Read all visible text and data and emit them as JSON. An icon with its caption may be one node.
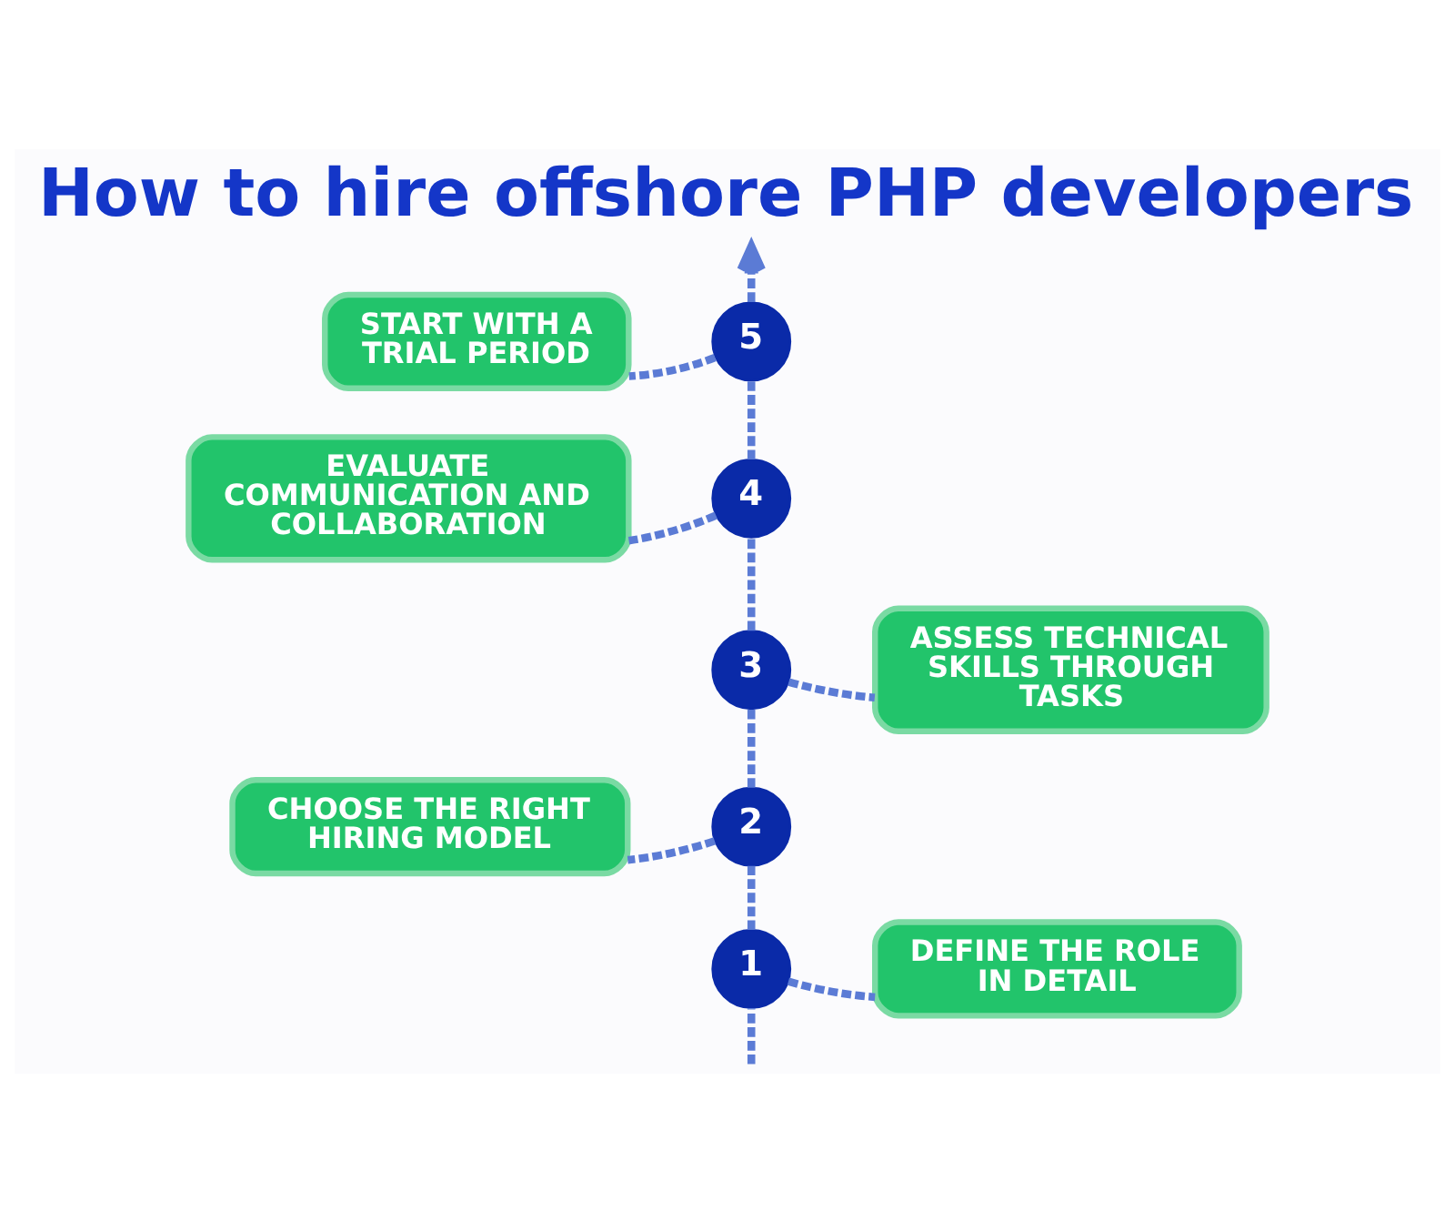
{
  "diagram": {
    "title": "How to hire offshore PHP developers",
    "nodes": [
      {
        "text": [
          "1"
        ]
      },
      {
        "text": [
          "DEFINE THE ROLE IN DETAIL"
        ]
      },
      {
        "text": [
          "2"
        ]
      },
      {
        "text": [
          "CHOOSE THE RIGHT HIRING MODEL"
        ]
      },
      {
        "text": [
          "3"
        ]
      },
      {
        "text": [
          "ASSESS TECHNICAL SKILLS THROUGH TASKS"
        ]
      },
      {
        "text": [
          "4"
        ]
      },
      {
        "text": [
          "EVALUATE COMMUNICATION AND COLLABORATION"
        ]
      },
      {
        "text": [
          "5"
        ]
      },
      {
        "text": [
          "START WITH A TRIAL PERIOD"
        ]
      }
    ],
    "edges": [
      {
        "from": null,
        "to": 0,
        "arrow": "none",
        "style": "dashed"
      },
      {
        "from": 0,
        "to": 2,
        "arrow": "none",
        "style": "dashed"
      },
      {
        "from": 2,
        "to": 4,
        "arrow": "none",
        "style": "dashed"
      },
      {
        "from": 4,
        "to": 6,
        "arrow": "none",
        "style": "dashed"
      },
      {
        "from": 6,
        "to": 8,
        "arrow": "none",
        "style": "dashed"
      },
      {
        "from": 8,
        "to": null,
        "arrow": "to",
        "style": "dashed"
      },
      {
        "from": 0,
        "to": 1,
        "arrow": "none",
        "style": "dashed"
      },
      {
        "from": 2,
        "to": 3,
        "arrow": "none",
        "style": "dashed"
      },
      {
        "from": 4,
        "to": 5,
        "arrow": "none",
        "style": "dashed"
      },
      {
        "from": 6,
        "to": 7,
        "arrow": "none",
        "style": "dashed"
      },
      {
        "from": 8,
        "to": 9,
        "arrow": "none",
        "style": "dashed"
      }
    ]
  }
}
